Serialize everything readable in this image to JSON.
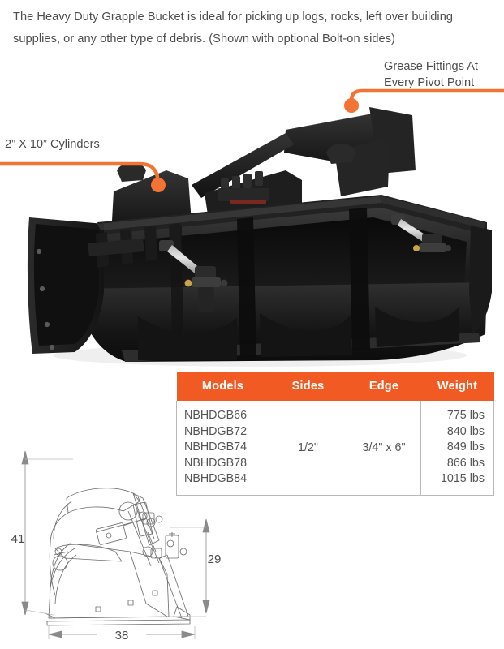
{
  "intro": {
    "text": "The Heavy Duty Grapple Bucket is ideal for picking up logs, rocks, left over building supplies, or any other type of debris. (Shown with optional Bolt-on sides)"
  },
  "callouts": [
    {
      "id": "cylinders",
      "label": "2” X 10” Cylinders"
    },
    {
      "id": "grease",
      "label": "Grease Fittings At\nEvery Pivot Point"
    }
  ],
  "photo": {
    "alt": "Heavy Duty Grapple Bucket product photograph, black powder-coated skid steer grapple attachment shown with optional bolt-on sides"
  },
  "table": {
    "headers": [
      "Models",
      "Sides",
      "Edge",
      "Weight"
    ],
    "models": [
      "NBHDGB66",
      "NBHDGB72",
      "NBHDGB74",
      "NBHDGB78",
      "NBHDGB84"
    ],
    "models_text": "NBHDGB66\nNBHDGB72\nNBHDGB74\nNBHDGB78\nNBHDGB84",
    "sides": "1/2\"",
    "edge": "3/4\" x 6\"",
    "weights": [
      "775 lbs",
      "840 lbs",
      "849 lbs",
      "866 lbs",
      "1015 lbs"
    ],
    "weights_text": "775 lbs\n840 lbs\n849 lbs\n866 lbs\n1015 lbs"
  },
  "drawing": {
    "alt": "Side profile line drawing of grapple bucket with dimension callouts",
    "dimensions": {
      "height_overall": "41",
      "height_secondary": "29",
      "width": "38"
    }
  },
  "colors": {
    "accent_orange": "#f15a22",
    "text_gray": "#4d4d4d",
    "table_border": "#b9b9b9",
    "product_black": "#1b1b1b"
  }
}
